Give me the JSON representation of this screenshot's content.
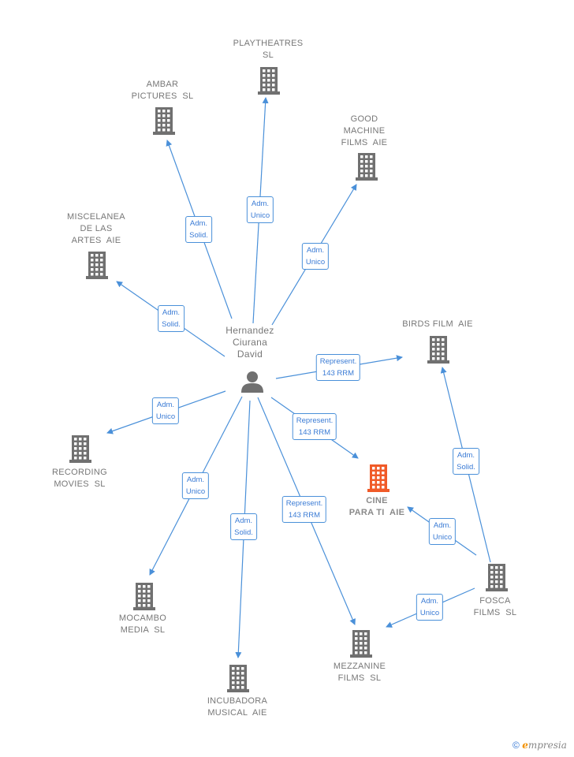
{
  "person": {
    "name": "Hernandez\nCiurana\nDavid",
    "icon": "person-icon"
  },
  "companies": [
    {
      "id": "playtheatres",
      "name": "PLAYTHEATRES\nSL"
    },
    {
      "id": "ambar",
      "name": "AMBAR\nPICTURES  SL"
    },
    {
      "id": "good_machine",
      "name": "GOOD\nMACHINE\nFILMS  AIE"
    },
    {
      "id": "miscelanea",
      "name": "MISCELANEA\nDE LAS\nARTES  AIE"
    },
    {
      "id": "birds",
      "name": "BIRDS FILM  AIE"
    },
    {
      "id": "recording",
      "name": "RECORDING\nMOVIES  SL"
    },
    {
      "id": "cine",
      "name": "CINE\nPARA TI  AIE",
      "highlight": true
    },
    {
      "id": "mocambo",
      "name": "MOCAMBO\nMEDIA  SL"
    },
    {
      "id": "fosca",
      "name": "FOSCA\nFILMS  SL"
    },
    {
      "id": "incubadora",
      "name": "INCUBADORA\nMUSICAL  AIE"
    },
    {
      "id": "mezzanine",
      "name": "MEZZANINE\nFILMS  SL"
    }
  ],
  "relations": [
    {
      "from": "person",
      "to": "playtheatres",
      "label": "Adm.\nUnico"
    },
    {
      "from": "person",
      "to": "ambar",
      "label": "Adm.\nSolid."
    },
    {
      "from": "person",
      "to": "good_machine",
      "label": "Adm.\nUnico"
    },
    {
      "from": "person",
      "to": "miscelanea",
      "label": "Adm.\nSolid."
    },
    {
      "from": "person",
      "to": "birds",
      "label": "Represent.\n143 RRM"
    },
    {
      "from": "person",
      "to": "recording",
      "label": "Adm.\nUnico"
    },
    {
      "from": "person",
      "to": "cine",
      "label": "Represent.\n143 RRM"
    },
    {
      "from": "person",
      "to": "mocambo",
      "label": "Adm.\nUnico"
    },
    {
      "from": "person",
      "to": "incubadora",
      "label": "Adm.\nSolid."
    },
    {
      "from": "person",
      "to": "mezzanine",
      "label": "Represent.\n143 RRM"
    },
    {
      "from": "fosca",
      "to": "birds",
      "label": "Adm.\nSolid."
    },
    {
      "from": "fosca",
      "to": "cine",
      "label": "Adm.\nUnico"
    },
    {
      "from": "fosca",
      "to": "mezzanine",
      "label": "Adm.\nUnico"
    }
  ],
  "colors": {
    "edge": "#4a90d9",
    "building": "#707070",
    "building_highlight": "#f05a28",
    "person": "#707070"
  },
  "footer": {
    "copyright": "©",
    "brand_initial": "e",
    "brand_rest": "mpresia"
  }
}
